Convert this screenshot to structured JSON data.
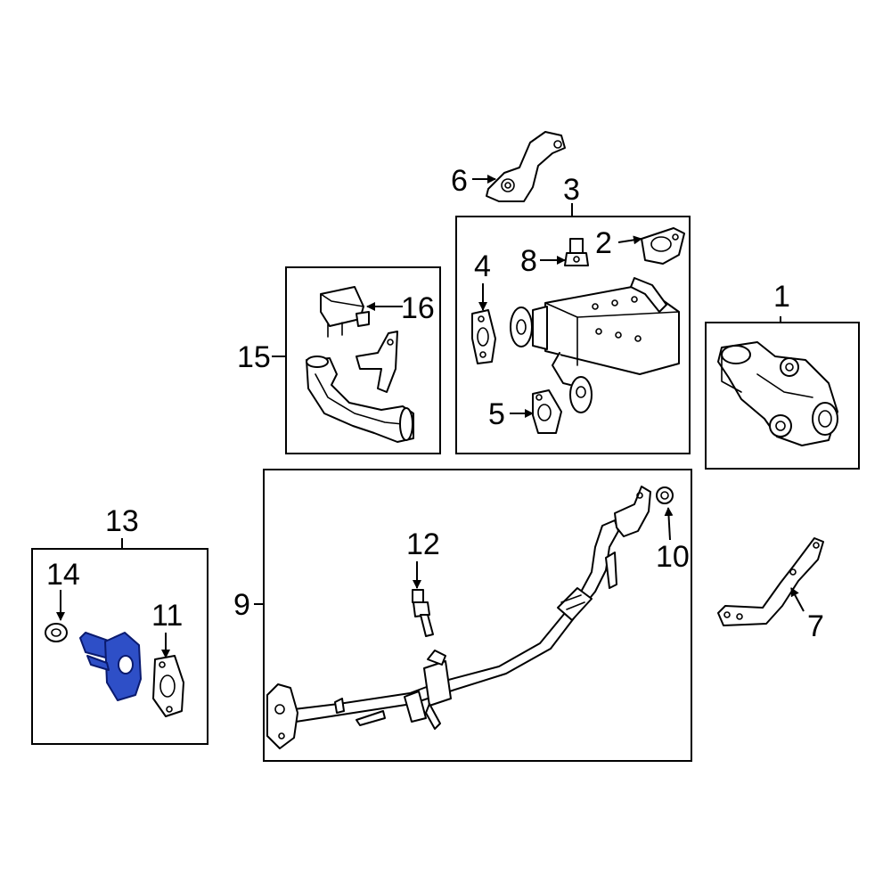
{
  "callouts": {
    "c1": "1",
    "c2": "2",
    "c3": "3",
    "c4": "4",
    "c5": "5",
    "c6": "6",
    "c7": "7",
    "c8": "8",
    "c9": "9",
    "c10": "10",
    "c11": "11",
    "c12": "12",
    "c13": "13",
    "c14": "14",
    "c15": "15",
    "c16": "16"
  },
  "highlight_color": "#2e4fc7"
}
